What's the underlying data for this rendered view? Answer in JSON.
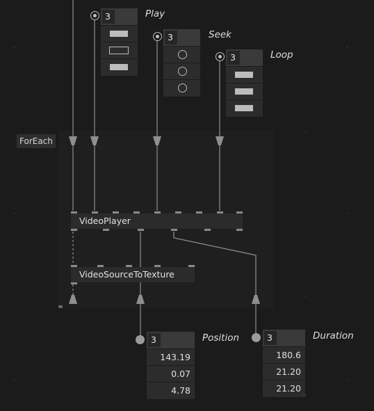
{
  "region": {
    "label": "ForEach"
  },
  "nodes": {
    "video_player": "VideoPlayer",
    "video_source_to_texture": "VideoSourceToTexture"
  },
  "inputs": {
    "play": {
      "label": "Play",
      "count": "3",
      "rows": [
        "bar-filled",
        "bar-empty",
        "bar-filled"
      ]
    },
    "seek": {
      "label": "Seek",
      "count": "3",
      "rows": [
        "radio",
        "radio",
        "radio"
      ]
    },
    "loop": {
      "label": "Loop",
      "count": "3",
      "rows": [
        "bar-filled",
        "bar-filled",
        "bar-filled"
      ]
    }
  },
  "outputs": {
    "position": {
      "label": "Position",
      "count": "3",
      "values": [
        "143.19",
        "0.07",
        "4.78"
      ]
    },
    "duration": {
      "label": "Duration",
      "count": "3",
      "values": [
        "180.6",
        "21.20",
        "21.20"
      ]
    }
  },
  "colors": {
    "background": "#1b1b1b",
    "region": "#1f1f1f",
    "node": "#2b2b2b",
    "wire": "#8f8f8f",
    "text": "#e3e3e3"
  }
}
